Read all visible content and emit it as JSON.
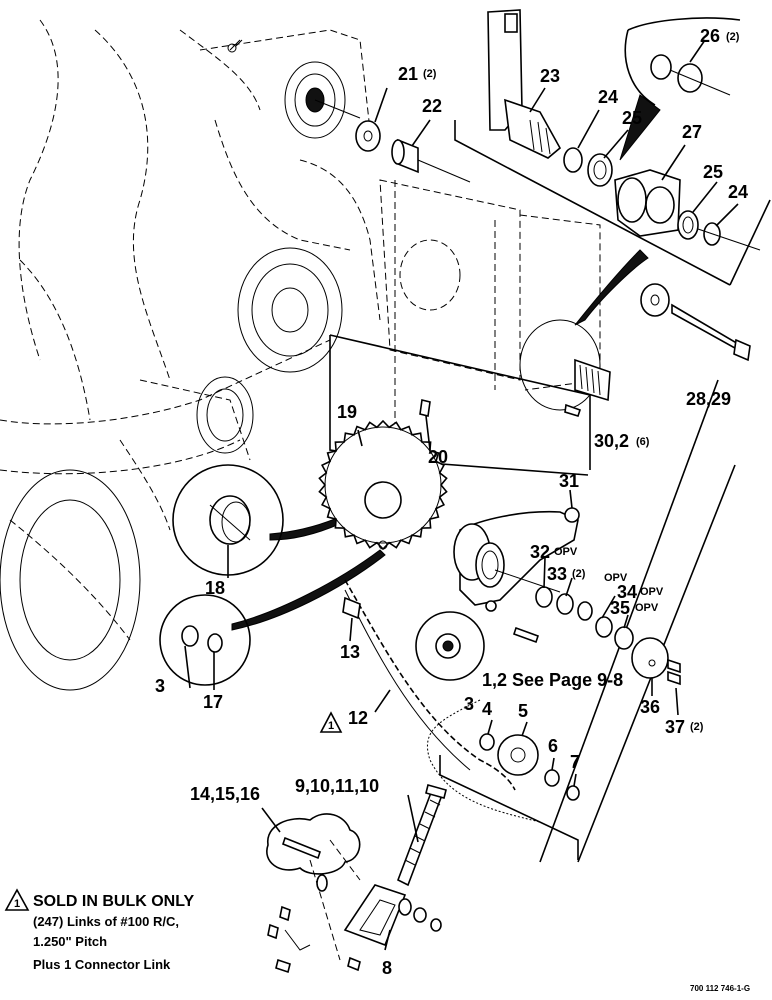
{
  "labels": {
    "p21": "21",
    "p21q": "(2)",
    "p22": "22",
    "p23": "23",
    "p24a": "24",
    "p24b": "24",
    "p25a": "25",
    "p25b": "25",
    "p26": "26",
    "p26q": "(2)",
    "p27": "27",
    "p2829": "28,29",
    "p302": "30,2",
    "p302q": "(6)",
    "p31": "31",
    "p20": "20",
    "p19": "19",
    "p18": "18",
    "p32": "32",
    "p32s": "OPV",
    "p33": "33",
    "p33q": "(2)",
    "p33s": "OPV",
    "p34": "34",
    "p34s": "OPV",
    "p35": "35",
    "p35s": "OPV",
    "p36": "36",
    "p37": "37",
    "p37q": "(2)",
    "p12see": "1,2  See Page 9-8",
    "p13": "13",
    "p3a": "3",
    "p3b": "3",
    "p17": "17",
    "p12": "12",
    "p1tri": "1",
    "p4": "4",
    "p5": "5",
    "p6": "6",
    "p7": "7",
    "p141516": "14,15,16",
    "p9101110": "9,10,11,10",
    "p8": "8"
  },
  "note": {
    "marker": "1",
    "title": "SOLD IN BULK ONLY",
    "line1": "(247) Links of #100 R/C,",
    "line2": "1.250\" Pitch",
    "line3": "Plus 1 Connector Link"
  },
  "figure_code": "700 112 746-1-G"
}
